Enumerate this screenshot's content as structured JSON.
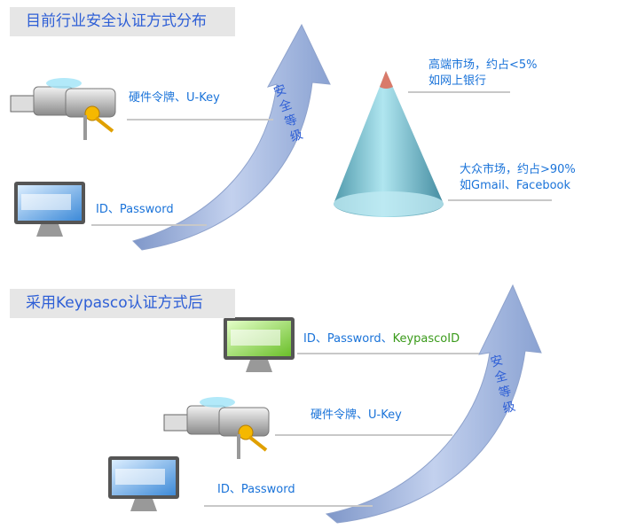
{
  "top_section": {
    "title": "目前行业安全认证方式分布",
    "arrow_label": "安全等级",
    "items": [
      {
        "label": "硬件令牌、U-Key",
        "icon": "usb-key-icon"
      },
      {
        "label": "ID、Password",
        "icon": "monitor-keyboard-icon"
      }
    ],
    "cone": {
      "high_market": {
        "line1": "高端市场，约占<5%",
        "line2": "如网上银行"
      },
      "mass_market": {
        "line1": "大众市场，约占>90%",
        "line2": "如Gmail、Facebook"
      }
    }
  },
  "bottom_section": {
    "title": "采用Keypasco认证方式后",
    "arrow_label": "安全等级",
    "items": [
      {
        "label_prefix": "ID、Password、",
        "label_highlight": "KeypascoID",
        "icon": "green-monitor-icon"
      },
      {
        "label": "硬件令牌、U-Key",
        "icon": "usb-key-icon"
      },
      {
        "label": "ID、Password",
        "icon": "monitor-keyboard-icon"
      }
    ]
  },
  "colors": {
    "title_text": "#2e5fd6",
    "label_text": "#1a73d9",
    "highlight": "#3a9a1a",
    "arrow": "#9fb3da"
  }
}
